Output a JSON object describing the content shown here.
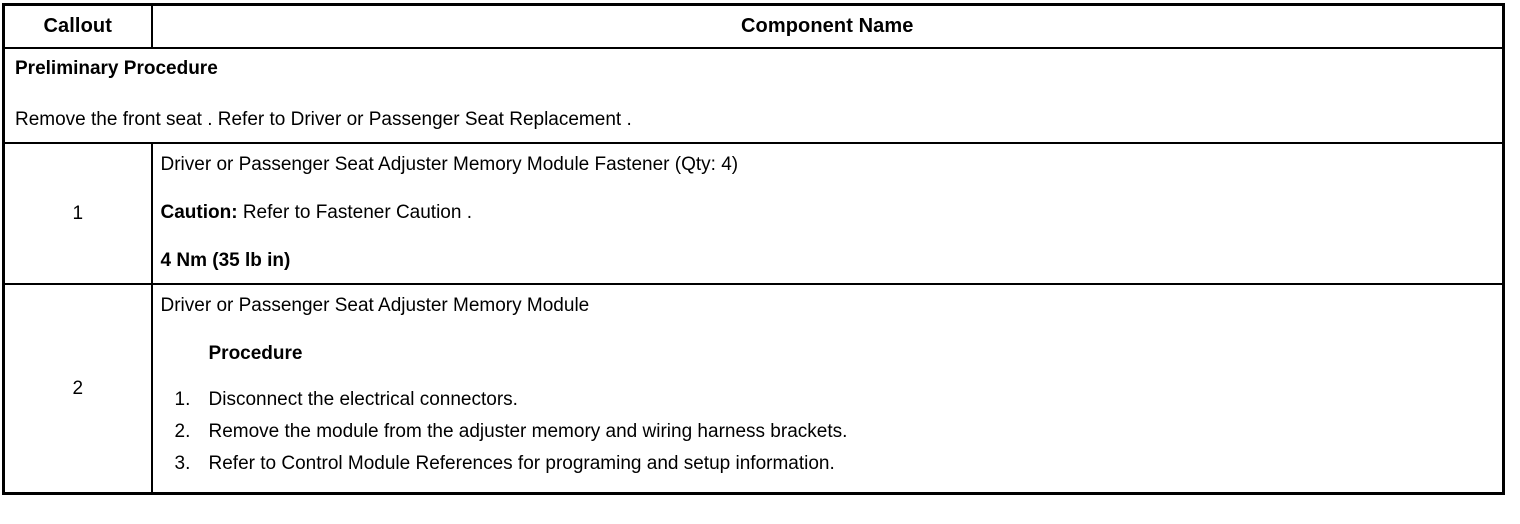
{
  "table": {
    "headers": {
      "callout": "Callout",
      "component_name": "Component Name"
    },
    "preliminary": {
      "title": "Preliminary Procedure",
      "text": "Remove the front seat . Refer to Driver or Passenger Seat Replacement ."
    },
    "rows": [
      {
        "callout": "1",
        "name": "Driver or Passenger Seat Adjuster Memory Module Fastener (Qty: 4)",
        "caution_label": "Caution:",
        "caution_text": " Refer to Fastener Caution .",
        "torque": "4 Nm (35 lb in)"
      },
      {
        "callout": "2",
        "name": "Driver or Passenger Seat Adjuster Memory Module",
        "procedure_heading": "Procedure",
        "steps": [
          {
            "num": "1.",
            "text": "Disconnect the electrical connectors."
          },
          {
            "num": "2.",
            "text": "Remove the module from the adjuster memory and wiring harness brackets."
          },
          {
            "num": "3.",
            "text": "Refer to Control Module References for programing and setup information."
          }
        ]
      }
    ]
  },
  "colors": {
    "border": "#000000",
    "text": "#000000",
    "background": "#ffffff"
  }
}
